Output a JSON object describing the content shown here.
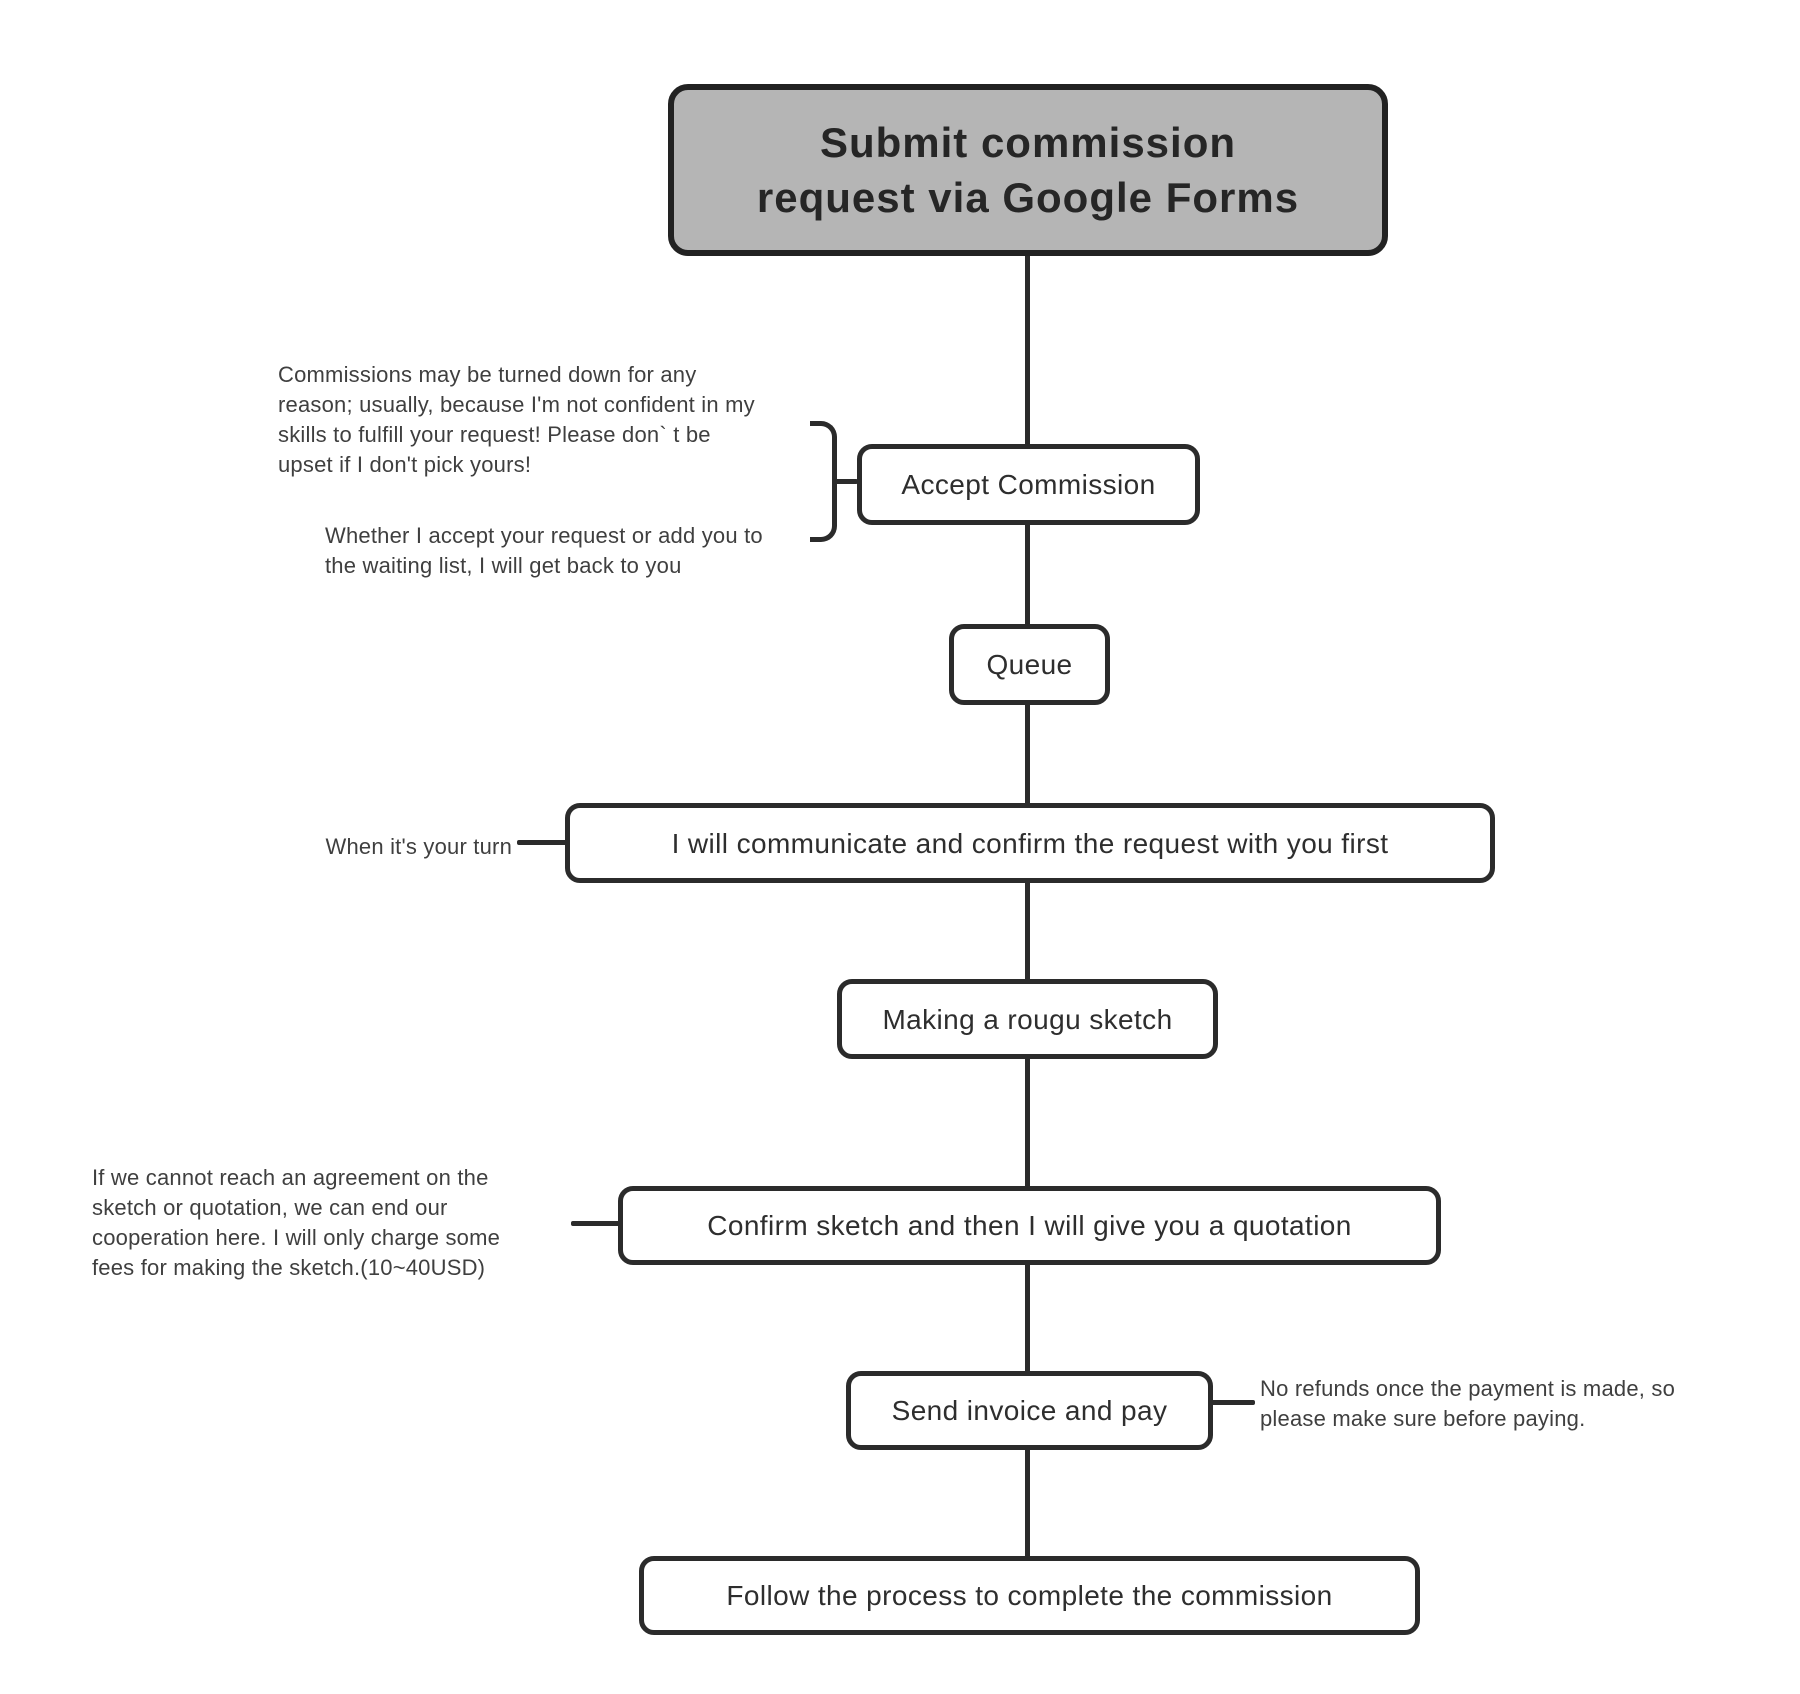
{
  "flowchart": {
    "nodes": {
      "submit": {
        "label": "Submit commission\nrequest via Google Forms"
      },
      "accept": {
        "label": "Accept Commission"
      },
      "queue": {
        "label": "Queue"
      },
      "communicate": {
        "label": "I will communicate and confirm the request with you first"
      },
      "sketch": {
        "label": "Making a rougu sketch"
      },
      "confirm": {
        "label": "Confirm sketch and then I will give you a quotation"
      },
      "invoice": {
        "label": "Send invoice and pay"
      },
      "follow": {
        "label": "Follow the process to complete the commission"
      }
    },
    "annotations": {
      "turned_down": {
        "text": "Commissions may be turned down for any\nreason; usually, because I'm not confident in my\nskills to fulfill your request! Please don` t be\nupset if I don't pick yours!"
      },
      "get_back": {
        "text": "Whether I accept your request or add you to\nthe waiting list, I will get back to you"
      },
      "your_turn": {
        "text": "When it's your turn"
      },
      "agreement": {
        "text": "If we cannot reach an agreement on the\nsketch or quotation, we can end our\ncooperation here. I will only charge some\nfees for making the sketch.(10~40USD)"
      },
      "no_refunds": {
        "text": "No refunds once the payment is made, so\nplease make sure before paying."
      }
    },
    "colors": {
      "line": "#2b2b2b",
      "box_border": "#2b2b2b",
      "box_fill": "#ffffff",
      "title_fill": "#b5b5b5",
      "title_border": "#222222",
      "text": "#2e2e2e",
      "annotation_text": "#3f3f3f",
      "bg": "#ffffff"
    }
  }
}
